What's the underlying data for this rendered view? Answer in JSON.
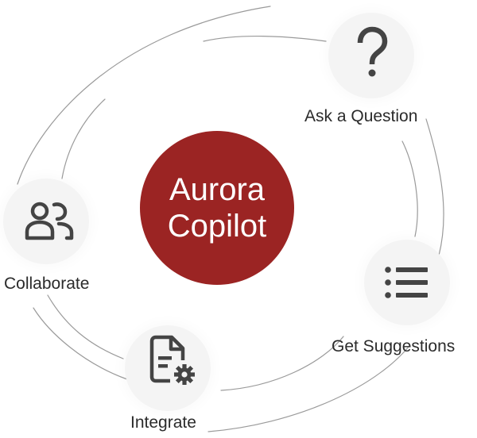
{
  "hub": {
    "line1": "Aurora",
    "line2": "Copilot",
    "color": "#9b2423"
  },
  "nodes": [
    {
      "id": "ask",
      "label": "Ask a Question",
      "icon": "question-mark-icon"
    },
    {
      "id": "suggest",
      "label": "Get Suggestions",
      "icon": "list-icon"
    },
    {
      "id": "integrate",
      "label": "Integrate",
      "icon": "document-gear-icon"
    },
    {
      "id": "collab",
      "label": "Collaborate",
      "icon": "people-icon"
    }
  ],
  "colors": {
    "icon": "#444444",
    "connector": "#9a9a9a",
    "node_background": "#f4f4f4"
  }
}
